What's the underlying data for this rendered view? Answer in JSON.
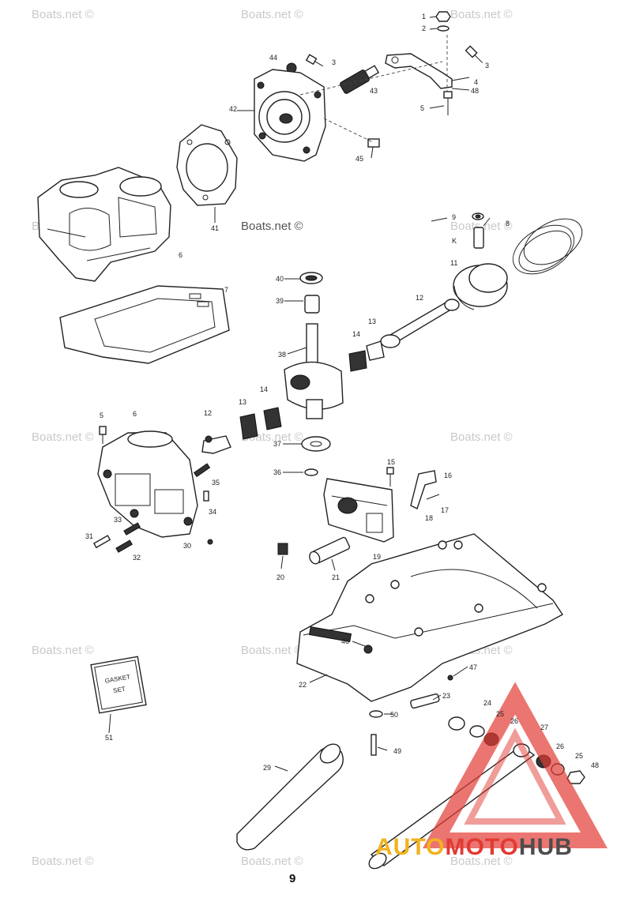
{
  "watermark": "Boats.net ©",
  "page_number": "9",
  "logo": {
    "part1": "AUTO",
    "part2": "MOTO",
    "part3": "HUB",
    "accent_color": "#e23a33",
    "yellow": "#f2b21f",
    "gray": "#4d4d4d"
  },
  "gasket_kit": {
    "line1": "GASKET",
    "line2": "SET"
  },
  "callouts": [
    "1",
    "2",
    "3",
    "4",
    "48",
    "5",
    "44",
    "3",
    "43",
    "42",
    "45",
    "41",
    "6",
    "9",
    "K",
    "8",
    "11",
    "40",
    "39",
    "7",
    "12",
    "13",
    "14",
    "38",
    "5",
    "6",
    "12",
    "13",
    "14",
    "37",
    "36",
    "35",
    "34",
    "33",
    "31",
    "32",
    "30",
    "15",
    "16",
    "17",
    "18",
    "19",
    "20",
    "21",
    "46",
    "22",
    "47",
    "23",
    "50",
    "49",
    "51",
    "29",
    "24",
    "25",
    "26",
    "27",
    "26",
    "25",
    "48"
  ]
}
